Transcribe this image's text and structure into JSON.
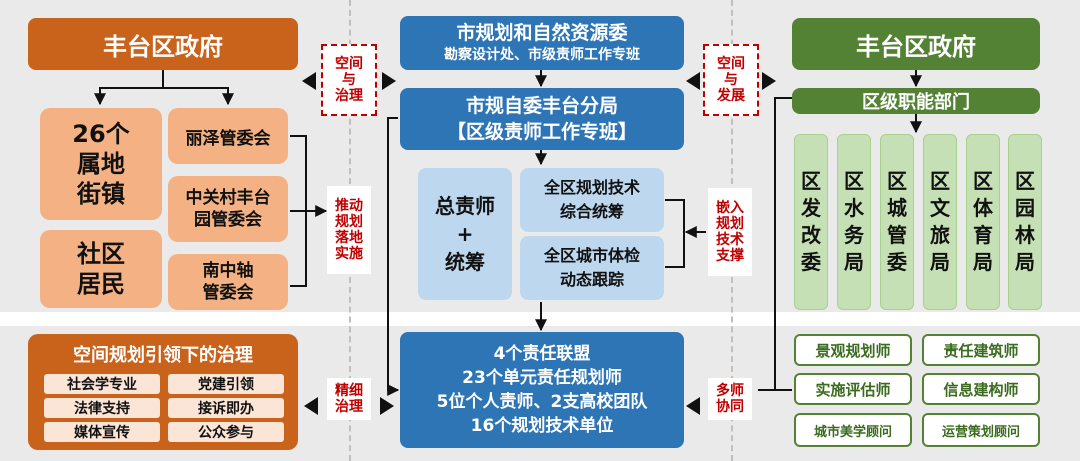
{
  "left": {
    "gov_title": "丰台区政府",
    "street_towns": "26个\n属地\n街镇",
    "community": "社区\n居民",
    "lize": "丽泽管委会",
    "zhongguancun": "中关村丰台\n园管委会",
    "nanzhongzhou": "南中轴\n管委会",
    "governance_title": "空间规划引领下的治理",
    "governance_items": [
      "社会学专业",
      "党建引领",
      "法律支持",
      "接诉即办",
      "媒体宣传",
      "公众参与"
    ]
  },
  "labels": {
    "space_governance": "空间\n与\n治理",
    "promote": "推动\n规划\n落地\n实施",
    "refined": "精细\n治理",
    "space_development": "空间\n与\n发展",
    "embed": "嵌入\n规划\n技术\n支撑",
    "multi": "多师\n协同"
  },
  "center": {
    "top_title": "市规划和自然资源委",
    "top_sub": "勘察设计处、市级责师工作专班",
    "branch_title": "市规自委丰台分局",
    "branch_sub": "【区级责师工作专班】",
    "chief": "总责师\n+\n统筹",
    "tech1": "全区规划技术\n综合统筹",
    "tech2": "全区城市体检\n动态跟踪",
    "bottom_lines": [
      "4个责任联盟",
      "23个单元责任规划师",
      "5位个人责师、2支高校团队",
      "16个规划技术单位"
    ]
  },
  "right": {
    "gov_title": "丰台区政府",
    "depts_title": "区级职能部门",
    "departments": [
      "区发改委",
      "区水务局",
      "区城管委",
      "区文旅局",
      "区体育局",
      "区园林局"
    ],
    "roles": [
      "景观规划师",
      "责任建筑师",
      "实施评估师",
      "信息建构师",
      "城市美学顾问",
      "运营策划顾问"
    ]
  },
  "colors": {
    "orange": "#c9621a",
    "peach": "#f4b183",
    "blue": "#2e75b6",
    "light_blue": "#bdd7ee",
    "green": "#548235",
    "light_green": "#c5e0b4",
    "label_red": "#c00000"
  }
}
